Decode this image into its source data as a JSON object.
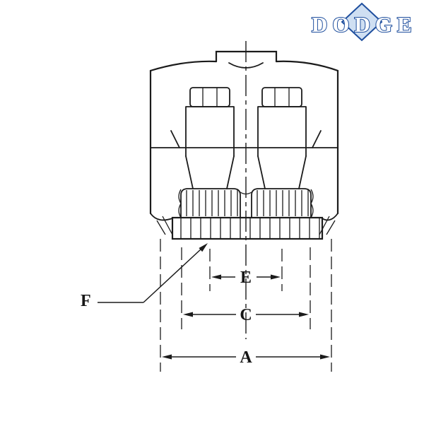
{
  "page": {
    "background": "#ffffff"
  },
  "logo": {
    "text": "DODGE",
    "brand_color": "#1f4f9e",
    "diamond_fill": "#cfdff2"
  },
  "dimension_labels": {
    "a": "A",
    "c": "C",
    "e": "E",
    "f": "F"
  },
  "drawing": {
    "line_color": "#1b1b1b",
    "type": "bearing-housing-end-view"
  }
}
